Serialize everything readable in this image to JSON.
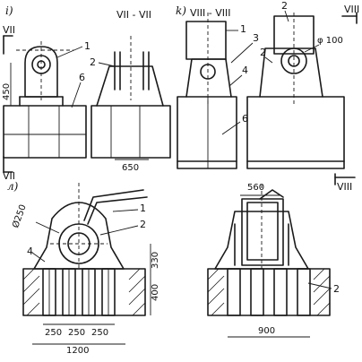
{
  "views": {
    "i": {
      "view_letter": "i)",
      "section_label": "VII",
      "callouts": [
        "1",
        "6"
      ],
      "dimension": "450"
    },
    "section_vii": {
      "section_title": "VII - VII",
      "callout": "2",
      "dimension": "650"
    },
    "k": {
      "view_letter": "k)",
      "section_title": "VIII - VIII",
      "section_label": "VIII",
      "callouts": [
        "2",
        "1",
        "3",
        "2",
        "4",
        "6"
      ],
      "diameter": "φ 100"
    },
    "l": {
      "view_letter": "л)",
      "diameter": "Ø250",
      "callouts": [
        "1",
        "2",
        "4"
      ],
      "dims_vertical": [
        "330",
        "400"
      ],
      "dims_horizontal": [
        "250",
        "250",
        "250"
      ],
      "total_width": "1200"
    },
    "right_bottom": {
      "section_label": "VIII",
      "top_dim": "560",
      "callout": "2",
      "bottom_dim": "900"
    }
  }
}
